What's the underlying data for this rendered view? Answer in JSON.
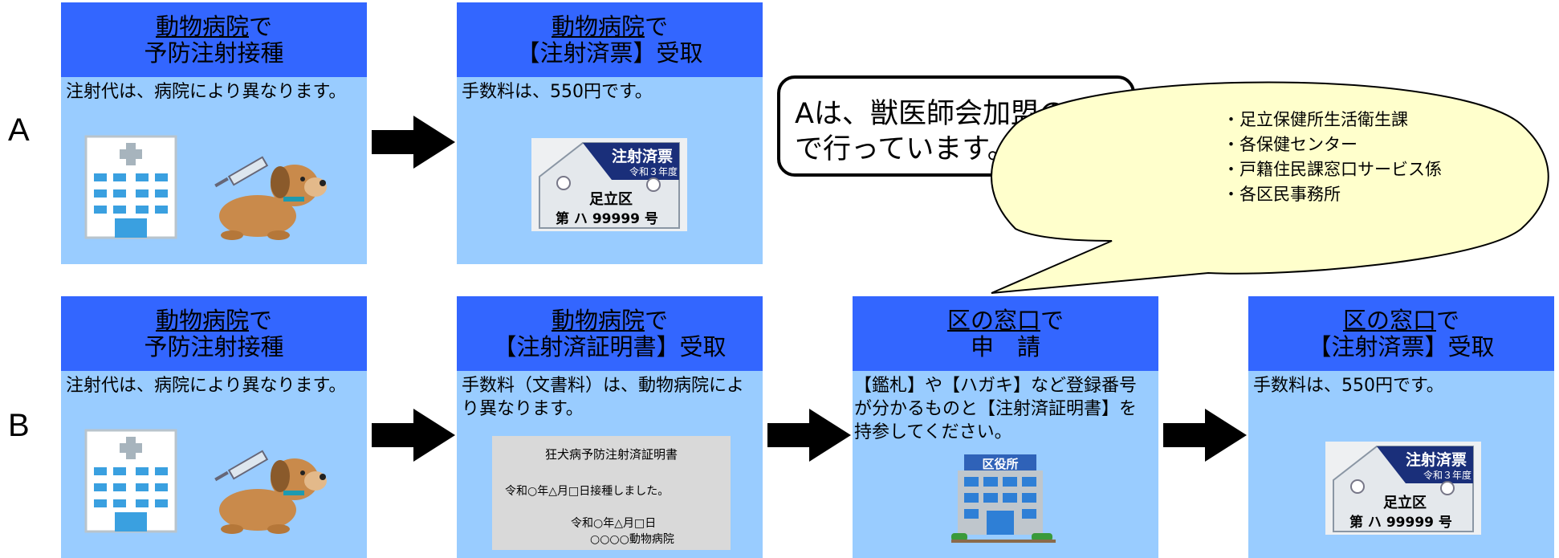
{
  "rows": {
    "a_label": "A",
    "b_label": "B"
  },
  "a": {
    "step1": {
      "title_u": "動物病院",
      "title_rest": "で",
      "title_line2": "予防注射接種",
      "body": "注射代は、病院により異なります。"
    },
    "step2": {
      "title_u": "動物病院",
      "title_rest": "で",
      "title_line2": "【注射済票】受取",
      "body": "手数料は、550円です。"
    }
  },
  "b": {
    "step1": {
      "title_u": "動物病院",
      "title_rest": "で",
      "title_line2": "予防注射接種",
      "body": "注射代は、病院により異なります。"
    },
    "step2": {
      "title_u": "動物病院",
      "title_rest": "で",
      "title_line2": "【注射済証明書】受取",
      "body": "手数料（文書料）は、動物病院により異なります。"
    },
    "step3": {
      "title_u": "区の窓口",
      "title_rest": "で",
      "title_line2": "申　請",
      "body": "【鑑札】や【ハガキ】など登録番号が分かるものと【注射済証明書】を持参してください。"
    },
    "step4": {
      "title_u": "区の窓口",
      "title_rest": "で",
      "title_line2": "【注射済票】受取",
      "body": "手数料は、550円です。"
    }
  },
  "tag": {
    "line1": "注射済票",
    "line2": "令和３年度",
    "line3": "足立区",
    "line4": "第 ハ 99999 号"
  },
  "certificate": {
    "title": "狂犬病予防注射済証明書",
    "line1": "令和○年△月□日接種しました。",
    "line2": "令和○年△月□日",
    "line3": "○○○○動物病院"
  },
  "office_sign": "区役所",
  "callout": {
    "text": "Aは、獣医師会加盟の病院で行っています。"
  },
  "bubble": {
    "items": [
      "足立保健所生活衛生課",
      "各保健センター",
      "戸籍住民課窓口サービス係",
      "各区民事務所"
    ]
  },
  "colors": {
    "header": "#3366ff",
    "card": "#99ccff",
    "bubble": "#ffffcc",
    "tag_blue": "#1a2f7a"
  }
}
